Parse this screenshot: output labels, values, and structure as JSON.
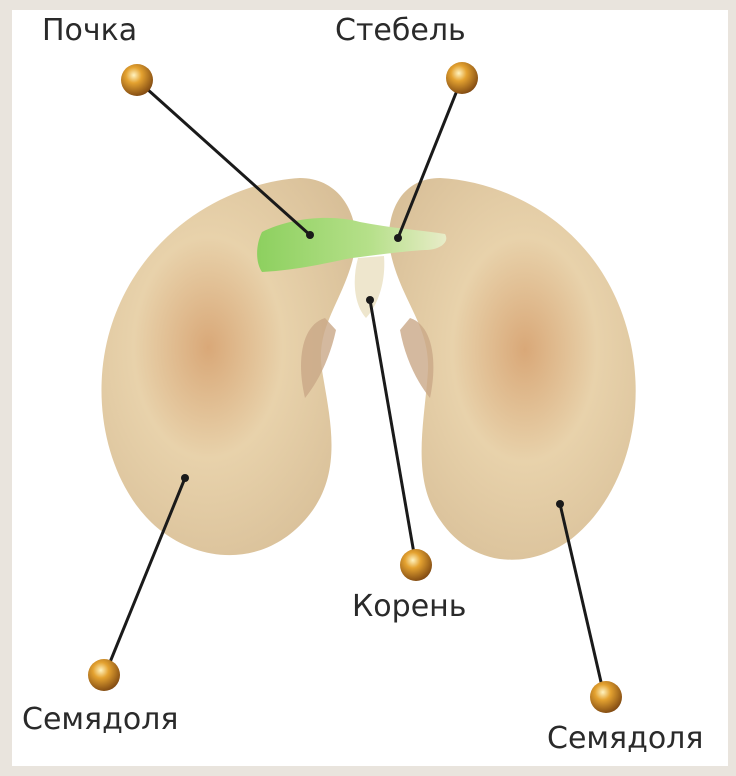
{
  "labels": {
    "bud": "Почка",
    "stem": "Стебель",
    "root": "Корень",
    "cotyledon_left": "Семядоля",
    "cotyledon_right": "Семядоля"
  },
  "colors": {
    "background": "#e9e4dd",
    "seed": "#e6d0a8",
    "seed_shade": "#c99a6e",
    "sprout": "#9bd46b",
    "pin": "#d9951f",
    "leader_line": "#1a1a1a"
  }
}
